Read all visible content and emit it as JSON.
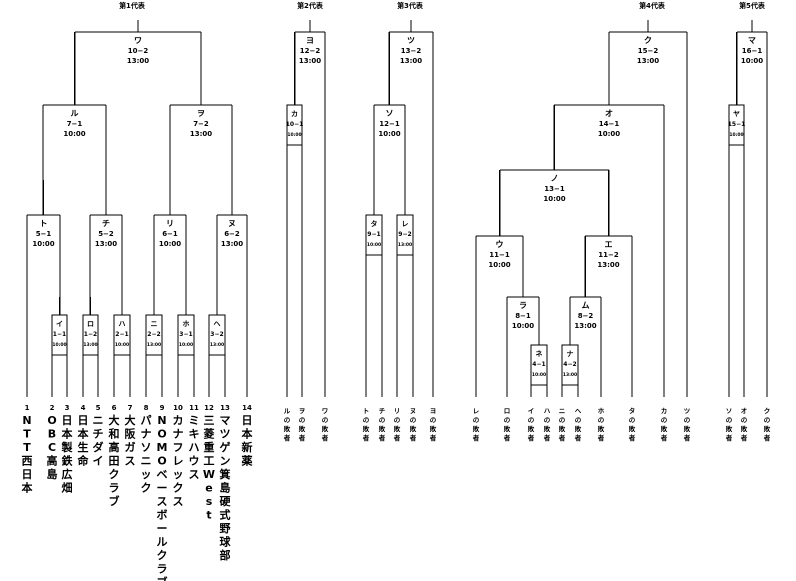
{
  "representatives": [
    "第1代表",
    "第2代表",
    "第3代表",
    "第4代表",
    "第5代表"
  ],
  "matches": {
    "a": {
      "letter": "イ",
      "no": "1−1",
      "time": "10:00"
    },
    "b": {
      "letter": "ロ",
      "no": "1−2",
      "time": "13:00"
    },
    "c": {
      "letter": "ハ",
      "no": "2−1",
      "time": "10:00"
    },
    "d": {
      "letter": "ニ",
      "no": "2−2",
      "time": "13:00"
    },
    "e": {
      "letter": "ホ",
      "no": "3−1",
      "time": "10:00"
    },
    "f": {
      "letter": "ヘ",
      "no": "3−2",
      "time": "13:00"
    },
    "g": {
      "letter": "ト",
      "no": "5−1",
      "time": "10:00"
    },
    "h": {
      "letter": "チ",
      "no": "5−2",
      "time": "13:00"
    },
    "i": {
      "letter": "リ",
      "no": "6−1",
      "time": "10:00"
    },
    "j": {
      "letter": "ヌ",
      "no": "6−2",
      "time": "13:00"
    },
    "k": {
      "letter": "ル",
      "no": "7−1",
      "time": "10:00"
    },
    "l": {
      "letter": "ヲ",
      "no": "7−2",
      "time": "13:00"
    },
    "m": {
      "letter": "ワ",
      "no": "10−2",
      "time": "13:00"
    },
    "n": {
      "letter": "カ",
      "no": "10−1",
      "time": "10:00"
    },
    "o": {
      "letter": "ヨ",
      "no": "12−2",
      "time": "13:00"
    },
    "p": {
      "letter": "タ",
      "no": "9−1",
      "time": "10:00"
    },
    "q": {
      "letter": "レ",
      "no": "9−2",
      "time": "13:00"
    },
    "r": {
      "letter": "ソ",
      "no": "12−1",
      "time": "10:00"
    },
    "s": {
      "letter": "ツ",
      "no": "13−2",
      "time": "13:00"
    },
    "t": {
      "letter": "ネ",
      "no": "4−1",
      "time": "10:00"
    },
    "u": {
      "letter": "ナ",
      "no": "4−2",
      "time": "13:00"
    },
    "v": {
      "letter": "ラ",
      "no": "8−1",
      "time": "10:00"
    },
    "w": {
      "letter": "ム",
      "no": "8−2",
      "time": "13:00"
    },
    "x": {
      "letter": "ウ",
      "no": "11−1",
      "time": "10:00"
    },
    "y": {
      "letter": "エ",
      "no": "11−2",
      "time": "13:00"
    },
    "z": {
      "letter": "ノ",
      "no": "13−1",
      "time": "10:00"
    },
    "aa": {
      "letter": "オ",
      "no": "14−1",
      "time": "10:00"
    },
    "ab": {
      "letter": "ク",
      "no": "15−2",
      "time": "13:00"
    },
    "ac": {
      "letter": "ヤ",
      "no": "15−1",
      "time": "10:00"
    },
    "ad": {
      "letter": "マ",
      "no": "16−1",
      "time": "10:00"
    }
  },
  "teams": [
    {
      "no": "1",
      "name": "NTT西日本"
    },
    {
      "no": "2",
      "name": "OBC高島"
    },
    {
      "no": "3",
      "name": "日本製鉄広畑"
    },
    {
      "no": "4",
      "name": "日本生命"
    },
    {
      "no": "5",
      "name": "ニチダイ"
    },
    {
      "no": "6",
      "name": "大和高田クラブ"
    },
    {
      "no": "7",
      "name": "大阪ガス"
    },
    {
      "no": "8",
      "name": "パナソニック"
    },
    {
      "no": "9",
      "name": "NOMOベースボールクラブ"
    },
    {
      "no": "10",
      "name": "カナフレックス"
    },
    {
      "no": "11",
      "name": "ミキハウス"
    },
    {
      "no": "12",
      "name": "三菱重工West"
    },
    {
      "no": "13",
      "name": "マツゲン箕島硬式野球部"
    },
    {
      "no": "14",
      "name": "日本新薬"
    }
  ],
  "losers": {
    "l1": "ルの敗者",
    "l2": "ヲの敗者",
    "l3": "ワの敗者",
    "l4": "トの敗者",
    "l5": "チの敗者",
    "l6": "リの敗者",
    "l7": "ヌの敗者",
    "l8": "ヨの敗者",
    "l9": "レの敗者",
    "l10": "ロの敗者",
    "l11": "イの敗者",
    "l12": "ハの敗者",
    "l13": "ニの敗者",
    "l14": "ヘの敗者",
    "l15": "ホの敗者",
    "l16": "タの敗者",
    "l17": "カの敗者",
    "l18": "ツの敗者",
    "l19": "ソの敗者",
    "l20": "オの敗者",
    "l21": "クの敗者"
  }
}
